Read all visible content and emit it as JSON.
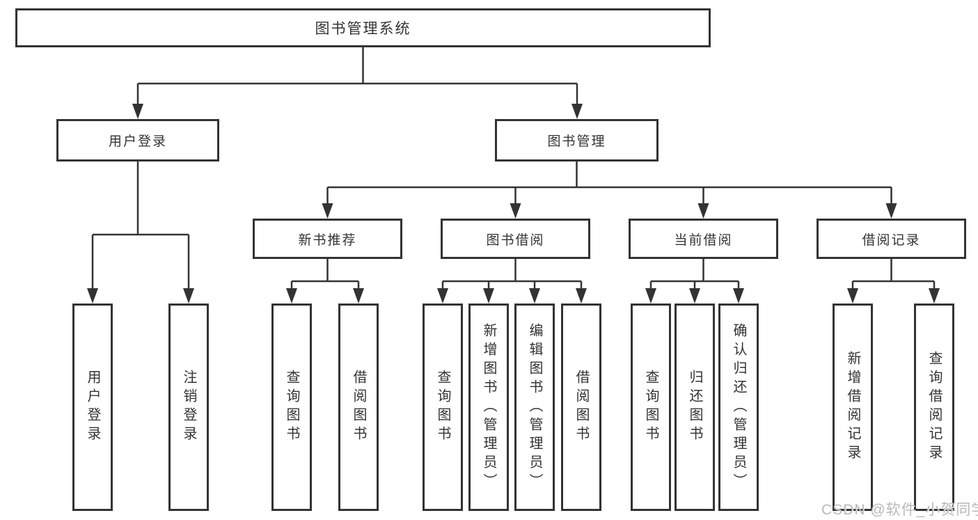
{
  "diagram": {
    "title": "图书管理系统",
    "root": {
      "label": "图书管理系统"
    },
    "level2": [
      {
        "label": "用户登录"
      },
      {
        "label": "图书管理"
      }
    ],
    "level3": [
      {
        "label": "新书推荐"
      },
      {
        "label": "图书借阅"
      },
      {
        "label": "当前借阅"
      },
      {
        "label": "借阅记录"
      }
    ],
    "groups": [
      {
        "parent": "用户登录",
        "leaves": [
          "用户登录",
          "注销登录"
        ]
      },
      {
        "parent": "新书推荐",
        "leaves": [
          "查询图书",
          "借阅图书"
        ]
      },
      {
        "parent": "图书借阅",
        "leaves": [
          "查询图书",
          "新增图书（管理员）",
          "编辑图书（管理员）",
          "借阅图书"
        ]
      },
      {
        "parent": "当前借阅",
        "leaves": [
          "查询图书",
          "归还图书",
          "确认归还（管理员）"
        ]
      },
      {
        "parent": "借阅记录",
        "leaves": [
          "新增借阅记录",
          "查询借阅记录"
        ]
      }
    ]
  },
  "watermark": {
    "text": "CSDN @软件_小贺同学"
  },
  "colors": {
    "line": "#333333",
    "text": "#333333",
    "background": "#ffffff",
    "watermark": "#b9b9b9"
  }
}
